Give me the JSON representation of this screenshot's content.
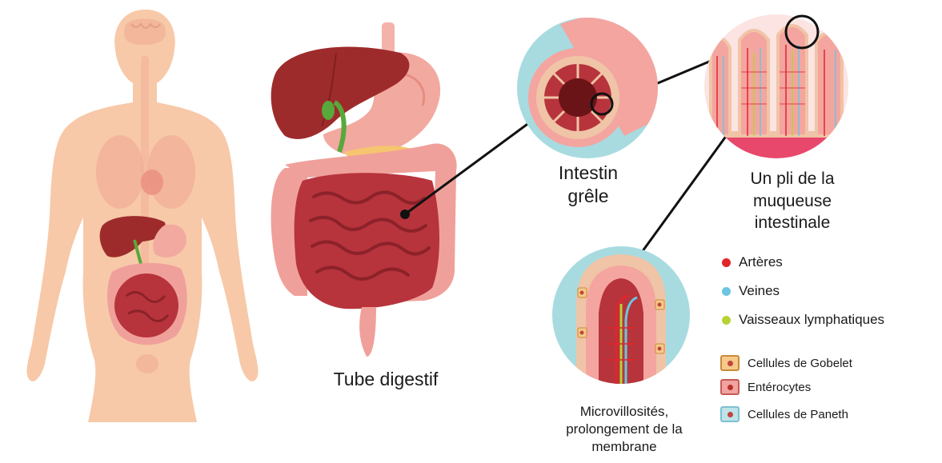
{
  "labels": {
    "tube_digestif": "Tube digestif",
    "intestin_line1": "Intestin",
    "intestin_line2": "grêle",
    "pli_line1": "Un pli de la",
    "pli_line2": "muqueuse",
    "pli_line3": "intestinale",
    "micro_line1": "Microvillosités,",
    "micro_line2": "prolongement de la",
    "micro_line3": "membrane"
  },
  "legend": {
    "vessels": [
      {
        "label": "Artères",
        "color": "#e0262b"
      },
      {
        "label": "Veines",
        "color": "#6cc6e0"
      },
      {
        "label": "Vaisseaux lymphatiques",
        "color": "#b5d334"
      }
    ],
    "cells": [
      {
        "label": "Cellules de Gobelet",
        "fill": "#f6c98a",
        "border": "#c98a3a",
        "nucleus": "#c2463b"
      },
      {
        "label": "Entérocytes",
        "fill": "#f0a3a0",
        "border": "#c85a55",
        "nucleus": "#b8302c"
      },
      {
        "label": "Cellules de Paneth",
        "fill": "#bfe3ea",
        "border": "#7cc1cf",
        "nucleus": "#c2463b"
      }
    ]
  },
  "colors": {
    "skin": "#f7c9a8",
    "liver": "#9e2b2b",
    "stomach": "#f2a9a0",
    "intestine": "#b7343c",
    "colon": "#f0a09a",
    "circle_bg": "#a7dbe0",
    "leader_line": "#111111"
  }
}
